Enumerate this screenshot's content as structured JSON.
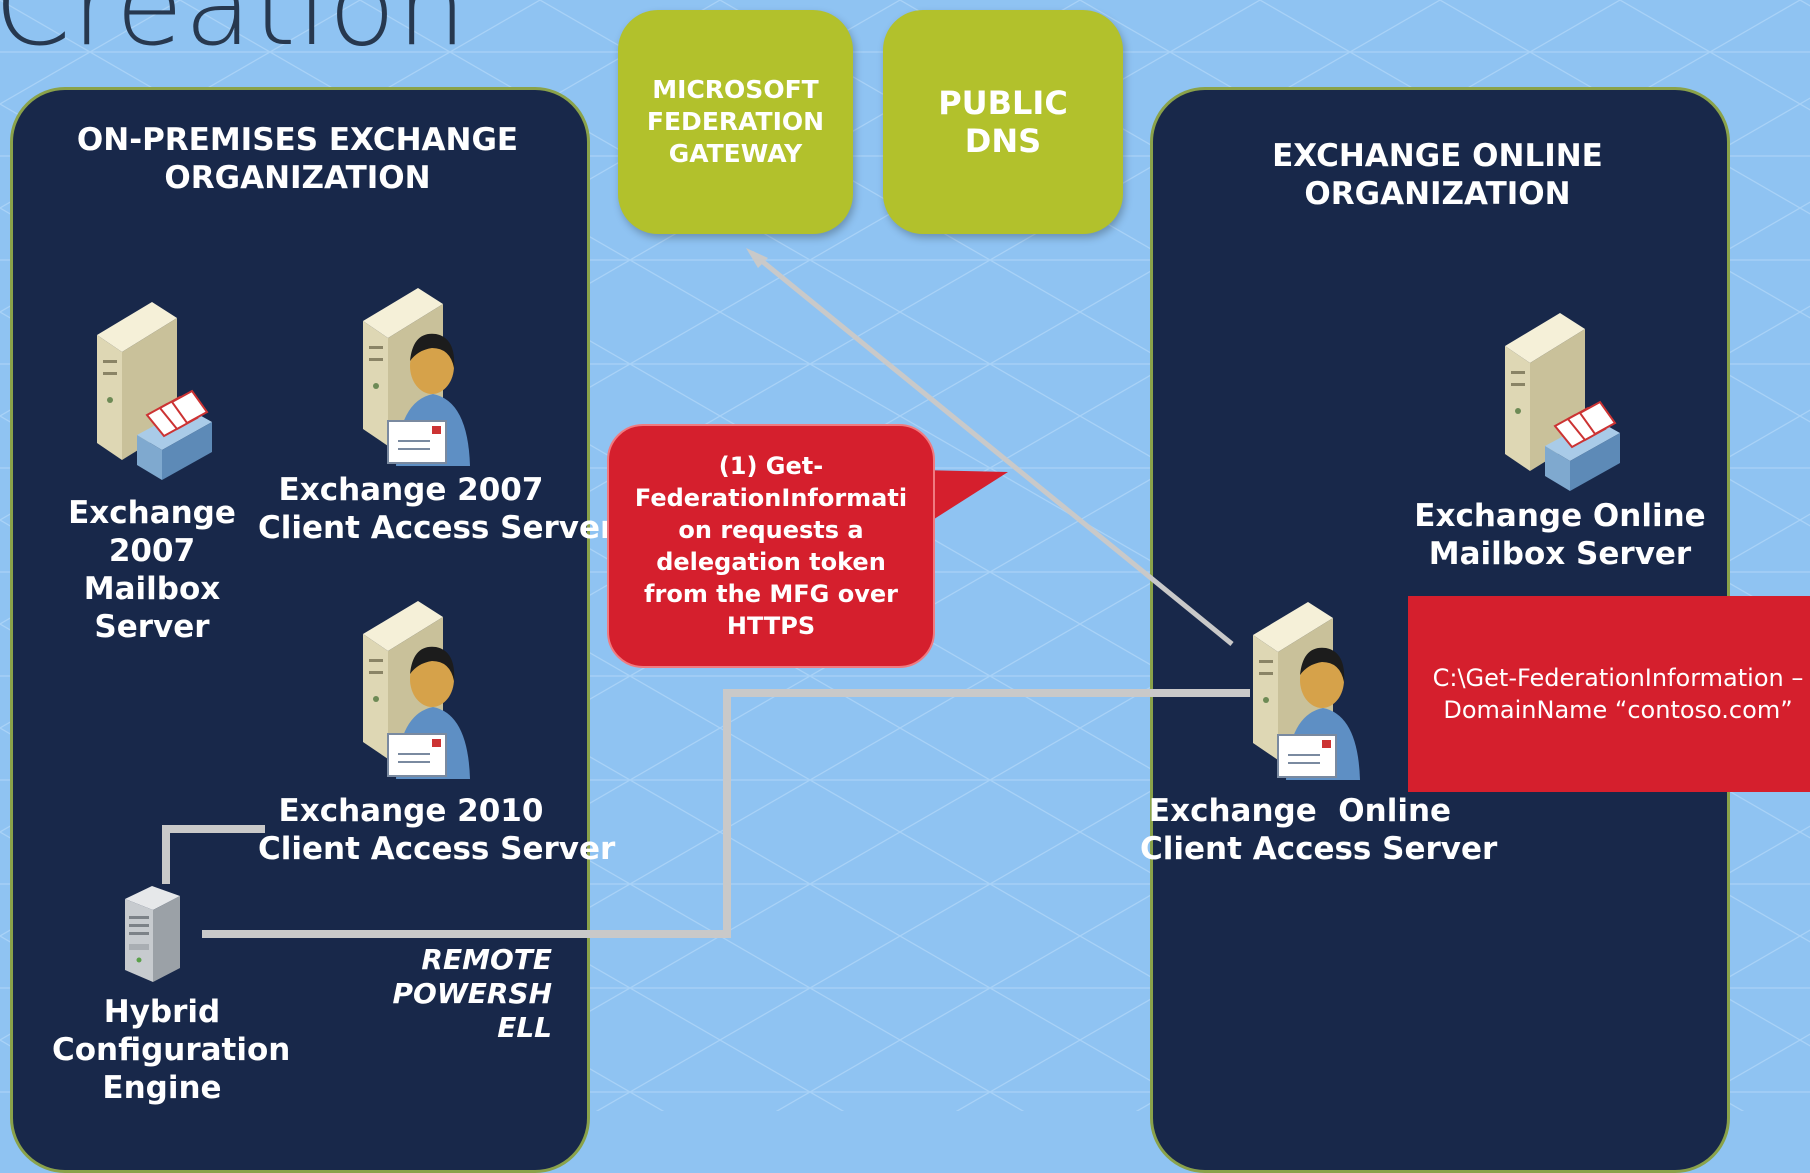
{
  "slide": {
    "title": "Creation"
  },
  "onprem": {
    "title_line1": "ON-PREMISES EXCHANGE",
    "title_line2": "ORGANIZATION",
    "servers": [
      {
        "lines": [
          "Exchange",
          "2007",
          "Mailbox",
          "Server"
        ],
        "icon": "mailbox-server-icon"
      },
      {
        "lines": [
          "Exchange 2007",
          "Client Access Server"
        ],
        "icon": "client-access-server-icon"
      },
      {
        "lines": [
          "Exchange 2010",
          "Client Access Server"
        ],
        "icon": "client-access-server-icon"
      },
      {
        "lines": [
          "Hybrid",
          "Configuration",
          "Engine"
        ],
        "icon": "tower-server-icon"
      }
    ],
    "connection_label_lines": [
      "REMOTE",
      "POWERSH",
      "ELL"
    ]
  },
  "online": {
    "title_line1": "EXCHANGE ONLINE",
    "title_line2": "ORGANIZATION",
    "servers": [
      {
        "lines": [
          "Exchange Online",
          "Mailbox Server"
        ],
        "icon": "mailbox-server-icon"
      },
      {
        "lines": [
          "Exchange  Online",
          "Client Access Server"
        ],
        "icon": "client-access-server-icon"
      }
    ]
  },
  "gateway": {
    "lines": [
      "MICROSOFT",
      "FEDERATION",
      "GATEWAY"
    ]
  },
  "dns": {
    "lines": [
      "PUBLIC",
      "DNS"
    ]
  },
  "callout": {
    "lines": [
      "(1) Get-",
      "FederationInformati",
      "on requests a",
      "delegation token",
      "from the MFG over",
      "HTTPS"
    ]
  },
  "command": {
    "lines": [
      "C:\\Get-FederationInformation –",
      "DomainName “contoso.com”"
    ]
  },
  "colors": {
    "background": "#8fc3f2",
    "panel": "#18284a",
    "green_box": "#b2c12c",
    "callout_red": "#d51f2d",
    "title": "#27384f"
  }
}
